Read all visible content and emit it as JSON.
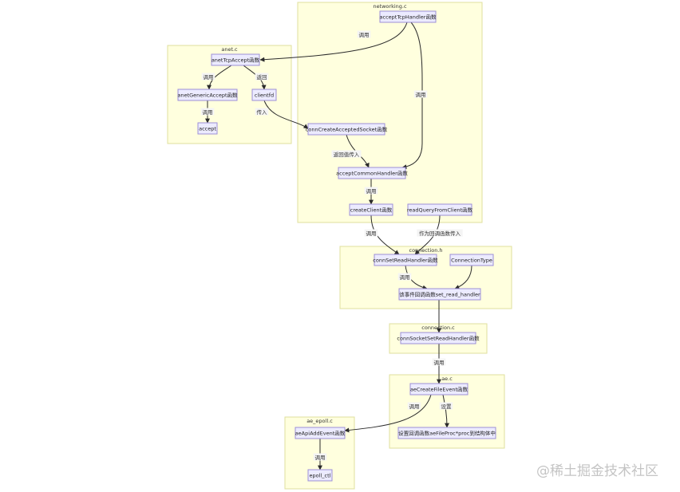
{
  "clusters": [
    {
      "id": "networking",
      "title": "networking.c"
    },
    {
      "id": "anet",
      "title": "anet.c"
    },
    {
      "id": "connection_h",
      "title": "connection.h"
    },
    {
      "id": "connection_c",
      "title": "connection.c"
    },
    {
      "id": "ae",
      "title": "ae.c"
    },
    {
      "id": "ae_epoll",
      "title": "ae_epoll.c"
    }
  ],
  "nodes": [
    {
      "id": "acceptTcpHandler",
      "label": "acceptTcpHandler函数"
    },
    {
      "id": "anetTcpAccept",
      "label": "anetTcpAccept函数"
    },
    {
      "id": "anetGenericAccept",
      "label": "anetGenericAccept函数"
    },
    {
      "id": "clientfd",
      "label": "clientfd"
    },
    {
      "id": "accept",
      "label": "accept"
    },
    {
      "id": "connCreateAcceptedSocket",
      "label": "connCreateAcceptedSocket函数"
    },
    {
      "id": "acceptCommonHandler",
      "label": "acceptCommonHandler函数"
    },
    {
      "id": "createClient",
      "label": "createClient函数"
    },
    {
      "id": "readQueryFromClient",
      "label": "readQueryFromClient函数"
    },
    {
      "id": "connSetReadHandler",
      "label": "connSetReadHandler函数"
    },
    {
      "id": "ConnectionType",
      "label": "ConnectionType"
    },
    {
      "id": "set_read_handler",
      "label": "该事件回调函数set_read_handler"
    },
    {
      "id": "connSocketSetReadHandler",
      "label": "connSocketSetReadHandler函数"
    },
    {
      "id": "aeCreateFileEvent",
      "label": "aeCreateFileEvent函数"
    },
    {
      "id": "setCallback",
      "label": "设置回调函数aeFileProc*proc到结构体中"
    },
    {
      "id": "aeApiAddEvent",
      "label": "aeApiAddEvent函数"
    },
    {
      "id": "epoll_ctl",
      "label": "epoll_ctl"
    }
  ],
  "edges": [
    {
      "from": "acceptTcpHandler",
      "to": "anetTcpAccept",
      "label": "调用"
    },
    {
      "from": "anetTcpAccept",
      "to": "anetGenericAccept",
      "label": "调用"
    },
    {
      "from": "anetTcpAccept",
      "to": "clientfd",
      "label": "返回"
    },
    {
      "from": "anetGenericAccept",
      "to": "accept",
      "label": "调用"
    },
    {
      "from": "clientfd",
      "to": "connCreateAcceptedSocket",
      "label": "传入"
    },
    {
      "from": "acceptTcpHandler",
      "to": "acceptCommonHandler",
      "label": "调用"
    },
    {
      "from": "connCreateAcceptedSocket",
      "to": "acceptCommonHandler",
      "label": "返回值传入"
    },
    {
      "from": "acceptCommonHandler",
      "to": "createClient",
      "label": "调用"
    },
    {
      "from": "createClient",
      "to": "connSetReadHandler",
      "label": "调用"
    },
    {
      "from": "readQueryFromClient",
      "to": "connSetReadHandler",
      "label": "作为回调函数传入"
    },
    {
      "from": "connSetReadHandler",
      "to": "set_read_handler",
      "label": "调用"
    },
    {
      "from": "ConnectionType",
      "to": "set_read_handler",
      "label": ""
    },
    {
      "from": "set_read_handler",
      "to": "connSocketSetReadHandler",
      "label": ""
    },
    {
      "from": "connSocketSetReadHandler",
      "to": "aeCreateFileEvent",
      "label": "调用"
    },
    {
      "from": "aeCreateFileEvent",
      "to": "aeApiAddEvent",
      "label": "调用"
    },
    {
      "from": "aeCreateFileEvent",
      "to": "setCallback",
      "label": "设置"
    },
    {
      "from": "aeApiAddEvent",
      "to": "epoll_ctl",
      "label": "调用"
    }
  ],
  "watermark": "@稀土掘金技术社区"
}
